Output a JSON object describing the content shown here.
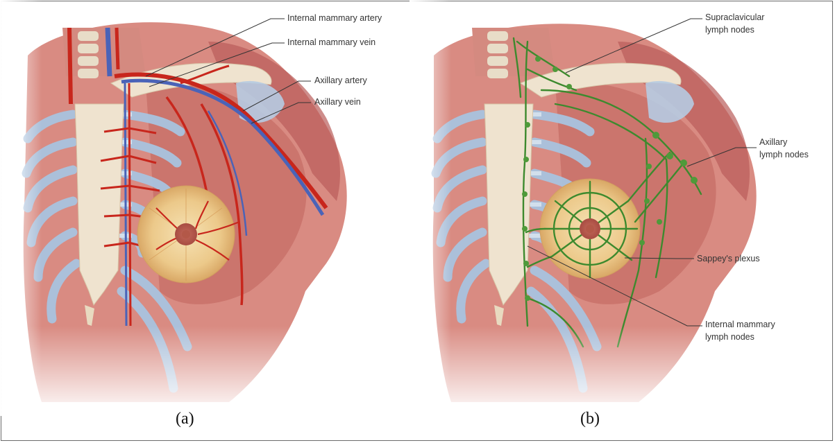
{
  "figure": {
    "panel_a": {
      "caption": "(a)",
      "labels": {
        "internal_mammary_artery": "Internal mammary artery",
        "internal_mammary_vein": "Internal mammary vein",
        "axillary_artery": "Axillary artery",
        "axillary_vein": "Axillary vein"
      }
    },
    "panel_b": {
      "caption": "(b)",
      "labels": {
        "supraclavicular_line1": "Supraclavicular",
        "supraclavicular_line2": "lymph nodes",
        "axillary_line1": "Axillary",
        "axillary_line2": "lymph nodes",
        "sappeys_plexus": "Sappey's plexus",
        "internal_mammary_line1": "Internal mammary",
        "internal_mammary_line2": "lymph nodes"
      }
    },
    "colors": {
      "artery": "#c8261c",
      "vein": "#4a63b8",
      "lymph": "#3d8a2e",
      "muscle": "#c9706a",
      "bone": "#efe3cf",
      "cartilage": "#b9cde3",
      "breast": "#e9c98b"
    }
  }
}
